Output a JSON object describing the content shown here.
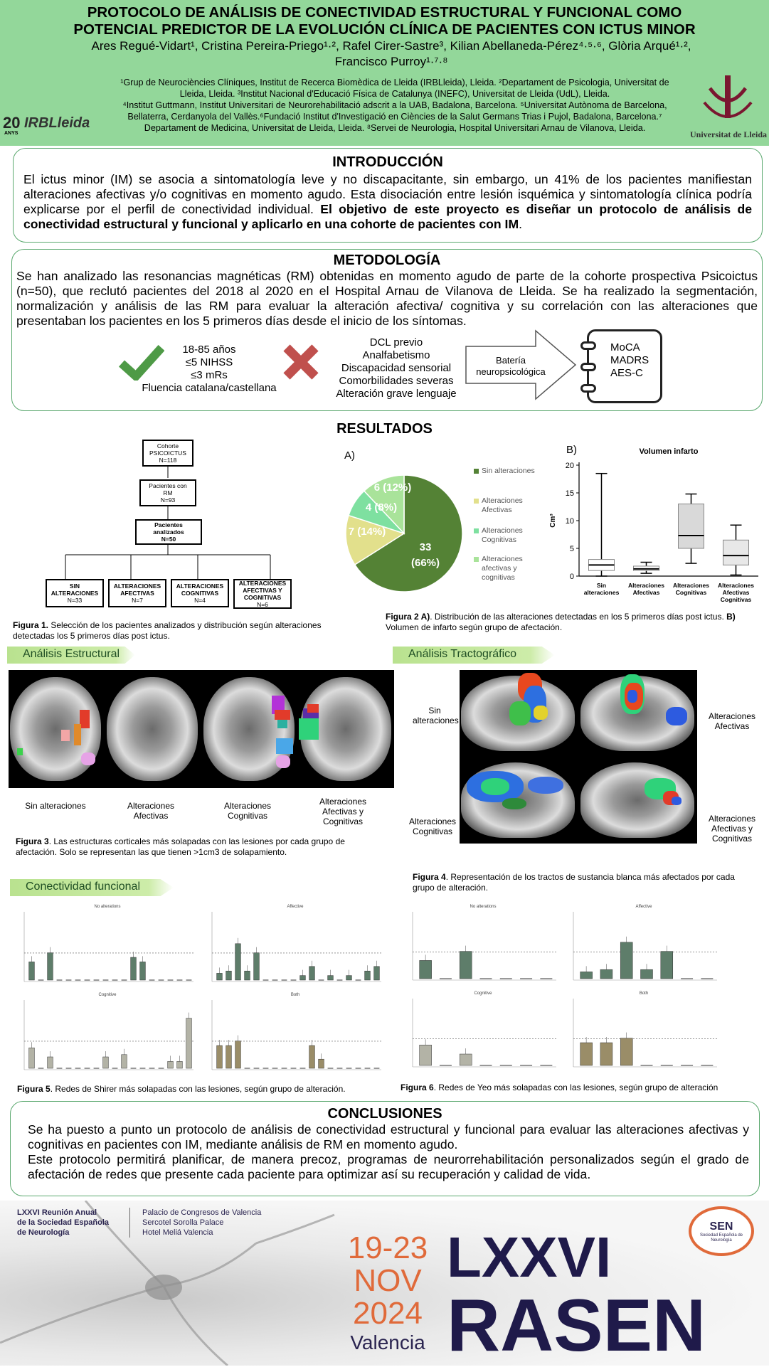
{
  "header": {
    "title_line1": "PROTOCOLO DE ANÁLISIS DE CONECTIVIDAD ESTRUCTURAL Y FUNCIONAL COMO",
    "title_line2": "POTENCIAL PREDICTOR DE LA EVOLUCIÓN CLÍNICA DE PACIENTES CON ICTUS MINOR",
    "authors_line1": "Ares Regué-Vidart¹, Cristina Pereira-Priego¹·², Rafel Cirer-Sastre³, Kilian Abellaneda-Pérez⁴·⁵·⁶, Glòria Arqué¹·²,",
    "authors_line2": "Francisco Purroy¹·⁷·⁸",
    "aff_line1": "¹Grup de Neurociències Clíniques, Institut de Recerca Biomèdica de Lleida (IRBLleida), Lleida. ²Departament de Psicologia, Universitat de",
    "aff_line2": "Lleida, Lleida. ³Institut Nacional d'Educació Física de Catalunya (INEFC), Universitat de Lleida (UdL), Lleida.",
    "aff_line3": "⁴Institut Guttmann, Institut Universitari de Neurorehabilitació adscrit a la UAB, Badalona, Barcelona. ⁵Universitat Autònoma de Barcelona,",
    "aff_line4": "Bellaterra, Cerdanyola del Vallès.⁶Fundació Institut d'Investigació en Ciències de la Salut Germans Trias i Pujol, Badalona, Barcelona.⁷",
    "aff_line5": "Departament de Medicina, Universitat de Lleida, Lleida. ⁸Servei de Neurologia, Hospital Universitari Arnau de Vilanova, Lleida.",
    "logo_left_num": "20",
    "logo_left_anys": "ANYS",
    "logo_left_text": "IRBLleida",
    "logo_right_text": "Universitat de Lleida"
  },
  "intro": {
    "title": "INTRODUCCIÓN",
    "text": "El ictus minor (IM) se asocia a sintomatología leve y no discapacitante, sin embargo, un 41% de los pacientes manifiestan alteraciones afectivas y/o cognitivas en momento agudo. Esta disociación entre lesión isquémica y sintomatología clínica podría explicarse por el perfil de conectividad individual.",
    "bold": "El objetivo de este proyecto es diseñar un protocolo de análisis de conectividad estructural y funcional y aplicarlo en una cohorte de pacientes con IM",
    "end": "."
  },
  "metodo": {
    "title": "METODOLOGÍA",
    "text": "Se han analizado las resonancias magnéticas (RM) obtenidas en momento agudo de parte de la cohorte prospectiva Psicoictus (n=50), que reclutó pacientes del 2018 al 2020 en el Hospital Arnau de Vilanova de Lleida. Se ha realizado la segmentación, normalización y análisis de las RM para evaluar la alteración afectiva/ cognitiva y su correlación con las alteraciones que presentaban los pacientes en los 5 primeros días desde el inicio de los síntomas.",
    "include": [
      "18-85 años",
      "≤5 NIHSS",
      "≤3 mRs",
      "Fluencia catalana/castellana"
    ],
    "exclude": [
      "DCL previo",
      "Analfabetismo",
      "Discapacidad sensorial",
      "Comorbilidades severas",
      "Alteración grave lenguaje"
    ],
    "arrow_text": "Batería neuropsicológica",
    "tests": [
      "MoCA",
      "MADRS",
      "AES-C"
    ]
  },
  "resultados": {
    "title": "RESULTADOS",
    "flow": {
      "b1": [
        "Cohorte",
        "PSICOICTUS",
        "N=118"
      ],
      "b2": [
        "Pacientes con",
        "RM",
        "N=93"
      ],
      "b3": [
        "Pacientes",
        "analizados",
        "N=50"
      ],
      "leaves": [
        [
          "SIN",
          "ALTERACIONES",
          "N=33"
        ],
        [
          "ALTERACIONES",
          "AFECTIVAS",
          "N=7"
        ],
        [
          "ALTERACIONES",
          "COGNITIVAS",
          "N=4"
        ],
        [
          "ALTERACIONES",
          "AFECTIVAS Y",
          "COGNITIVAS",
          "N=6"
        ]
      ]
    },
    "fig1_label": "Figura 1.",
    "fig1_text": " Selección de los pacientes analizados y distribución según alteraciones detectadas los 5 primeros días post ictus.",
    "panelA": "A)",
    "panelB": "B)",
    "fig2_label": "Figura 2 A)",
    "fig2_text": ". Distribución de las alteraciones detectadas en los 5 primeros días post ictus.",
    "fig2_label_b": "B)",
    "fig2_text_b": " Volumen de infarto según grupo de afectación."
  },
  "chart_data": [
    {
      "type": "pie",
      "categories": [
        "Sin alteraciones",
        "Alteraciones Afectivas",
        "Alteraciones Cognitivas",
        "Alteraciones afectivas y cognitivas"
      ],
      "values": [
        33,
        7,
        4,
        6
      ],
      "data_labels": [
        "33 (66%)",
        "7 (14%)",
        "4 (8%)",
        "6 (12%)"
      ],
      "colors": [
        "#548235",
        "#e2e08c",
        "#7ee0a0",
        "#a9e39a"
      ],
      "legend": "right"
    },
    {
      "type": "box",
      "title": "Volumen infarto",
      "ylabel": "Cm³",
      "ylim": [
        0,
        20
      ],
      "yticks": [
        "0",
        "5",
        "10",
        "15",
        "20"
      ],
      "categories": [
        "Sin alteraciones",
        "Alteraciones Afectivas",
        "Alteraciones Cognitivas",
        "Alteraciones Afectivas Cognitivas"
      ],
      "boxes": [
        {
          "min": 0,
          "q1": 1,
          "median": 2,
          "q3": 3,
          "max": 18.5
        },
        {
          "min": 0.5,
          "q1": 1,
          "median": 1.3,
          "q3": 1.8,
          "max": 2.5
        },
        {
          "min": 2.3,
          "q1": 5,
          "median": 7.3,
          "q3": 13,
          "max": 14.8
        },
        {
          "min": 0.2,
          "q1": 2,
          "median": 3.7,
          "q3": 6.5,
          "max": 9.2
        }
      ]
    }
  ],
  "estructural": {
    "pill": "Análisis Estructural",
    "labels": [
      "Sin alteraciones",
      "Alteraciones Afectivas",
      "Alteraciones Cognitivas",
      "Alteraciones Afectivas y Cognitivas"
    ],
    "fig3_label": "Figura 3",
    "fig3_text": ". Las estructuras corticales más solapadas con las lesiones por cada grupo de afectación. Solo se representan las que tienen >1cm3 de solapamiento."
  },
  "tracto": {
    "pill": "Análisis Tractográfico",
    "labels": [
      "Sin alteraciones",
      "Alteraciones Afectivas",
      "Alteraciones Cognitivas",
      "Alteraciones Afectivas y Cognitivas"
    ],
    "fig4_label": "Figura 4",
    "fig4_text": ". Representación de los tractos de sustancia blanca más afectados por cada grupo de alteración."
  },
  "funcional": {
    "pill": "Conectividad funcional",
    "fig5_label": "Figura 5",
    "fig5_text": ". Redes de Shirer más solapadas con las lesiones, según grupo de alteración.",
    "fig6_label": "Figura 6",
    "fig6_text": ". Redes de Yeo más solapadas con las lesiones, según grupo de alteración",
    "shirer_titles": [
      "No alterations",
      "Affective",
      "Cognitive",
      "Both"
    ],
    "yeo_titles": [
      "No alterations",
      "Affective",
      "Cognitive",
      "Both"
    ]
  },
  "conclusiones": {
    "title": "CONCLUSIONES",
    "p1": "Se ha puesto a punto un protocolo de análisis de conectividad estructural y funcional para evaluar las alteraciones afectivas y cognitivas en pacientes con IM, mediante análisis de RM en momento agudo.",
    "p2": "Este protocolo permitirá planificar, de manera precoz, programas de neurorrehabilitación personalizados según el grado de afectación de redes que presente cada paciente para optimizar así su recuperación y calidad de vida."
  },
  "footer": {
    "org1": "LXXVI Reunión Anual",
    "org2": "de la Sociedad Española",
    "org3": "de Neurología",
    "venue1": "Palacio de Congresos de Valencia",
    "venue2": "Sercotel Sorolla Palace",
    "venue3": "Hotel Meliá Valencia",
    "date1": "19-23",
    "date2": "NOV",
    "date3": "2024",
    "city": "Valencia",
    "big1": "LXXVI",
    "big2": "RASEN",
    "sen": "SEN",
    "sen_sub": "Sociedad Española de Neurología"
  }
}
